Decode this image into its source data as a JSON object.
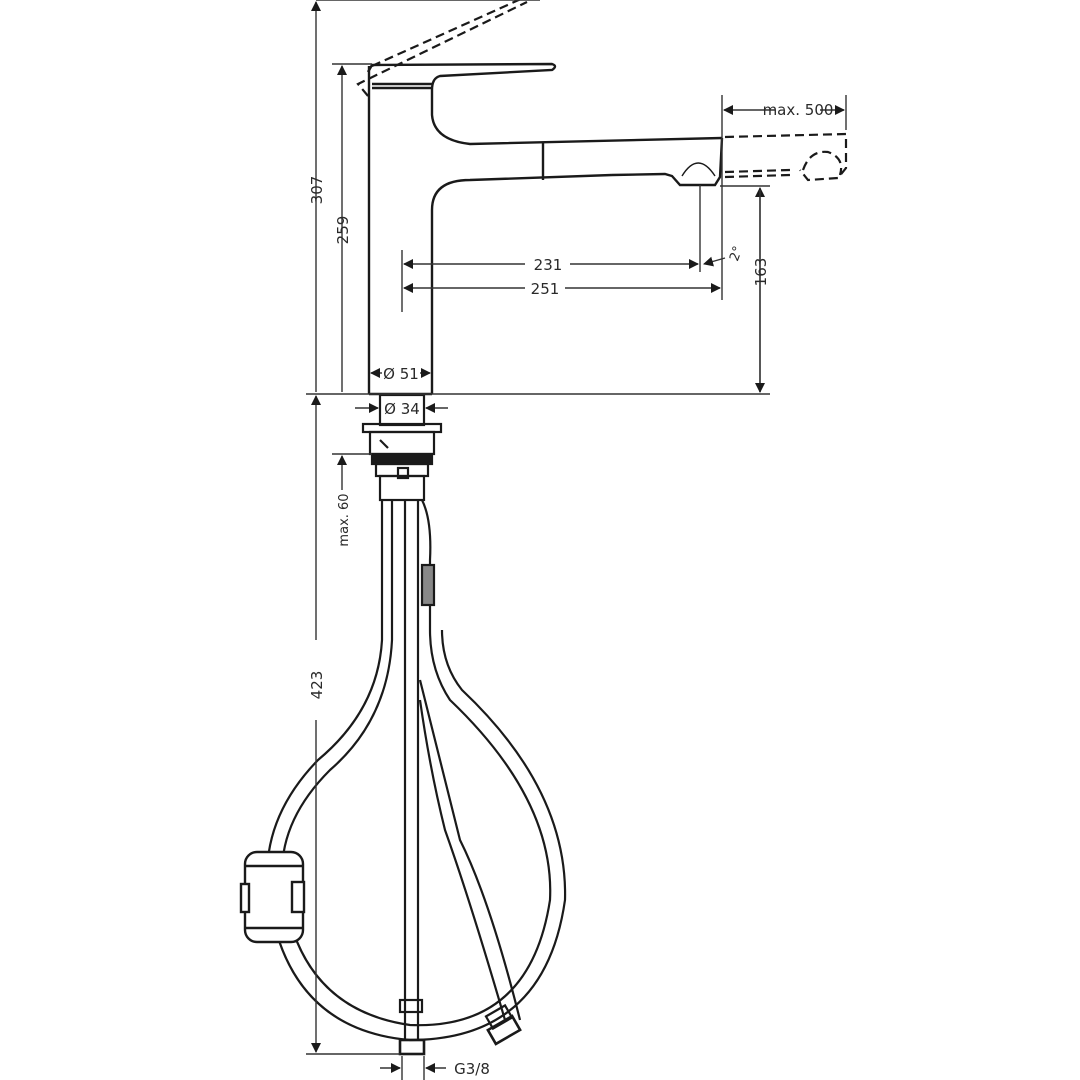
{
  "drawing": {
    "subject": "Kitchen mixer tap with pull-out spout, technical dimension drawing",
    "units": "mm",
    "colors": {
      "line": "#1a1a1a",
      "dim_line": "#333333",
      "background": "#ffffff"
    }
  },
  "dimensions": {
    "total_height": "307",
    "body_height": "259",
    "spout_height": "163",
    "reach_outlet": "231",
    "reach_total": "251",
    "pullout_max": "max. 500",
    "spray_angle": "2°",
    "body_diameter": "Ø 51",
    "shank_diameter": "Ø 34",
    "max_deck_thickness": "max. 60",
    "hose_length": "423",
    "connection_thread": "G3/8"
  }
}
